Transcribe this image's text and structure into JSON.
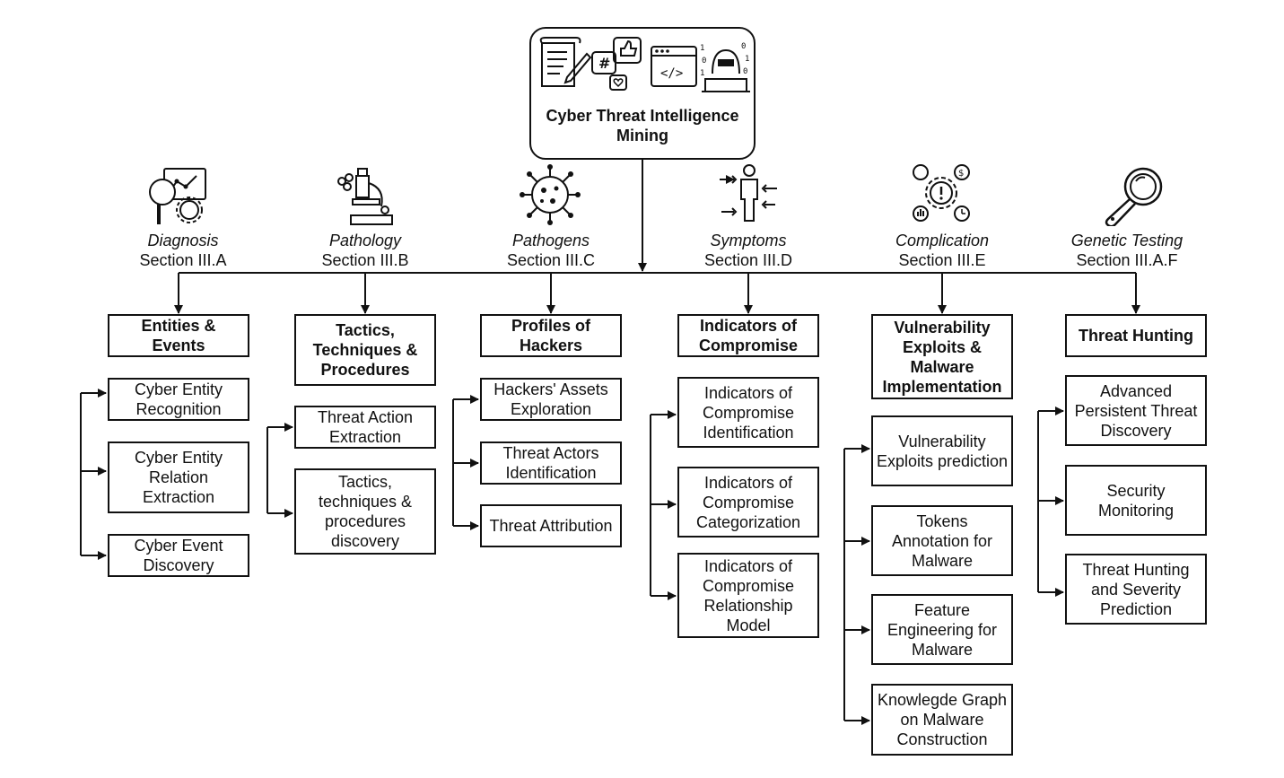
{
  "root": {
    "title": "Cyber Threat Intelligence\nMining",
    "icons": [
      "document-pen-icon",
      "social-media-icon",
      "code-window-icon",
      "hacker-icon"
    ]
  },
  "columns": [
    {
      "icon": "analytics-magnifier-gear-icon",
      "category": "Diagnosis",
      "section": "Section III.A",
      "header": "Entities &\nEvents",
      "items": [
        "Cyber Entity\nRecognition",
        "Cyber Entity\nRelation\nExtraction",
        "Cyber Event\nDiscovery"
      ]
    },
    {
      "icon": "microscope-icon",
      "category": "Pathology",
      "section": "Section III.B",
      "header": "Tactics,\nTechniques &\nProcedures",
      "items": [
        "Threat Action\nExtraction",
        "Tactics,\ntechniques &\nprocedures\ndiscovery"
      ]
    },
    {
      "icon": "virus-icon",
      "category": "Pathogens",
      "section": "Section III.C",
      "header": "Profiles of\nHackers",
      "items": [
        "Hackers' Assets\nExploration",
        "Threat Actors\nIdentification",
        "Threat Attribution"
      ]
    },
    {
      "icon": "person-symptoms-icon",
      "category": "Symptoms",
      "section": "Section III.D",
      "header": "Indicators of\nCompromise",
      "items": [
        "Indicators of\nCompromise\nIdentification",
        "Indicators of\nCompromise\nCategorization",
        "Indicators of\nCompromise\nRelationship\nModel"
      ]
    },
    {
      "icon": "gear-warning-cycle-icon",
      "category": "Complication",
      "section": "Section III.E",
      "header": "Vulnerability\nExploits &\nMalware\nImplementation",
      "items": [
        "Vulnerability\nExploits prediction",
        "Tokens\nAnnotation for\nMalware",
        "Feature\nEngineering for\nMalware",
        "Knowlegde Graph\non Malware\nConstruction"
      ]
    },
    {
      "icon": "magnifying-glass-icon",
      "category": "Genetic Testing",
      "section": "Section III.A.F",
      "header": "Threat Hunting",
      "items": [
        "Advanced\nPersistent Threat\nDiscovery",
        "Security\nMonitoring",
        "Threat Hunting\nand Severity\nPrediction"
      ]
    }
  ]
}
